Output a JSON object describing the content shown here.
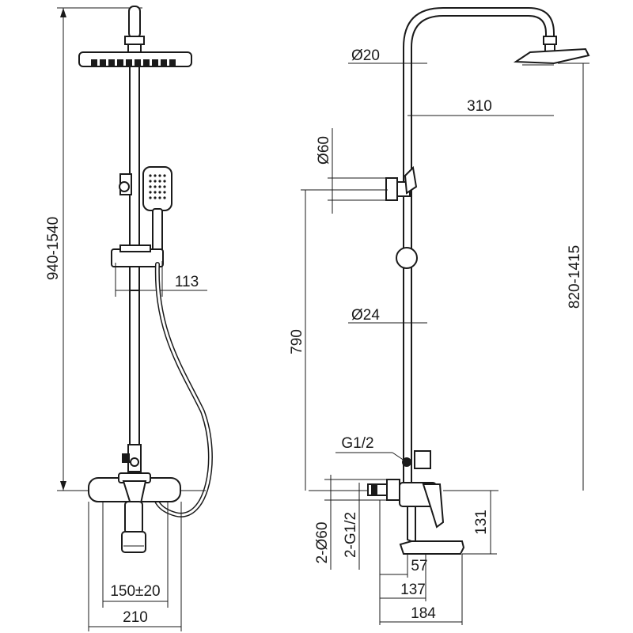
{
  "dimensions": {
    "front": {
      "overall_height": "940-1540",
      "hand_shower_offset": "113",
      "outlet_spacing": "150±20",
      "mixer_width": "210"
    },
    "side": {
      "pipe_diameter_top": "Ø20",
      "arm_reach": "310",
      "bracket_diameter": "Ø60",
      "adjustable_height": "820-1415",
      "rail_height": "790",
      "rail_diameter": "Ø24",
      "diverter_thread": "G1/2",
      "escutcheon_diameter": "2-Ø60",
      "inlet_thread": "2-G1/2",
      "spout_height": "131",
      "depth_wall_to_pipe": "57",
      "depth_to_spout_body": "137",
      "total_depth": "184"
    }
  }
}
